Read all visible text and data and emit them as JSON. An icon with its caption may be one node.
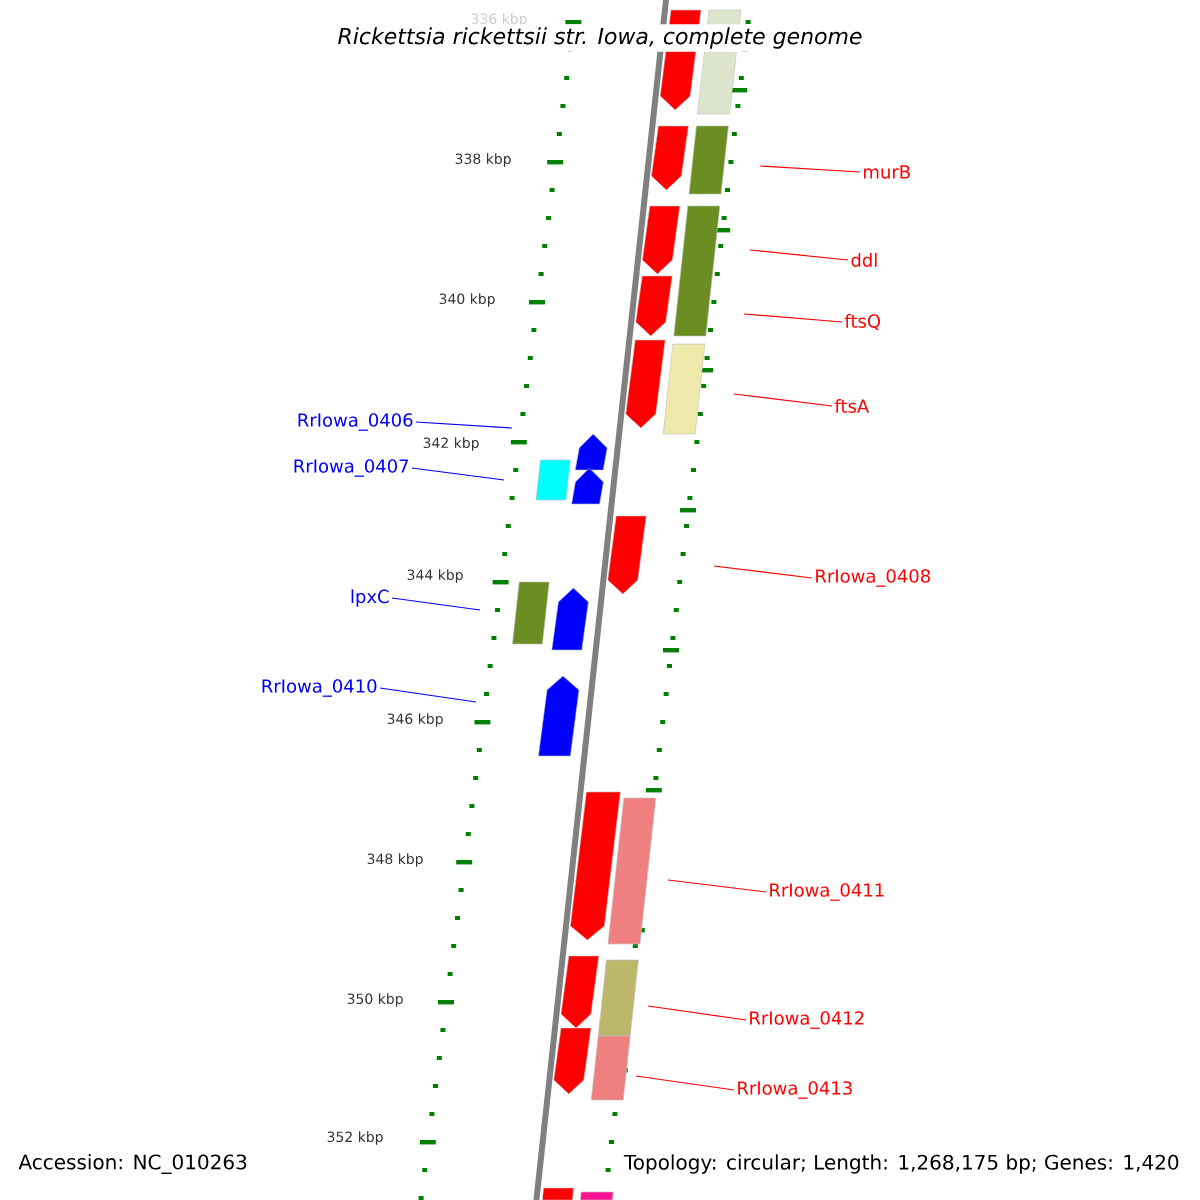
{
  "diagram": {
    "title": "Rickettsia rickettsii str. Iowa, complete genome",
    "nodes": [
      {
        "text": [
          "murB"
        ]
      },
      {
        "text": [
          "ddl"
        ]
      },
      {
        "text": [
          "ftsQ"
        ]
      },
      {
        "text": [
          "ftsA"
        ]
      },
      {
        "text": [
          "RrIowa_0406"
        ]
      },
      {
        "text": [
          "RrIowa_0407"
        ]
      },
      {
        "text": [
          "RrIowa_0408"
        ]
      },
      {
        "text": [
          "lpxC"
        ]
      },
      {
        "text": [
          "RrIowa_0410"
        ]
      },
      {
        "text": [
          "RrIowa_0411"
        ]
      },
      {
        "text": [
          "RrIowa_0412"
        ]
      },
      {
        "text": [
          "RrIowa_0413"
        ]
      }
    ],
    "edges": [
      {
        "from": 0,
        "to": null,
        "arrow": "none"
      },
      {
        "from": 1,
        "to": null,
        "arrow": "none"
      },
      {
        "from": 2,
        "to": null,
        "arrow": "none"
      },
      {
        "from": 3,
        "to": null,
        "arrow": "none"
      },
      {
        "from": 4,
        "to": null,
        "arrow": "none",
        "color": "#0000ff"
      },
      {
        "from": 5,
        "to": null,
        "arrow": "none",
        "color": "#0000ff"
      },
      {
        "from": 6,
        "to": null,
        "arrow": "none"
      },
      {
        "from": 7,
        "to": null,
        "arrow": "none",
        "color": "#0000ff"
      },
      {
        "from": 8,
        "to": null,
        "arrow": "none",
        "color": "#0000ff"
      },
      {
        "from": 9,
        "to": null,
        "arrow": "none"
      },
      {
        "from": 10,
        "to": null,
        "arrow": "none"
      },
      {
        "from": 11,
        "to": null,
        "arrow": "none"
      }
    ],
    "labels": [
      "336 kbp",
      "338 kbp",
      "340 kbp",
      "342 kbp",
      "344 kbp",
      "346 kbp",
      "348 kbp",
      "350 kbp",
      "352 kbp",
      "Accession: NC_010263",
      "Topology: circular; Length: 1,268,175 bp; Genes: 1,420"
    ]
  }
}
